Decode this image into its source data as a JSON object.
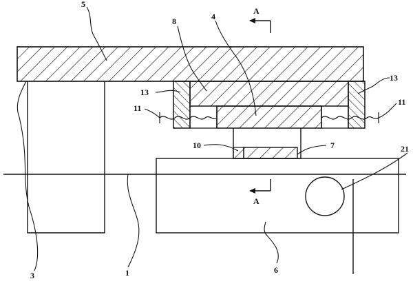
{
  "labels": {
    "section_top": "A",
    "section_bottom": "A",
    "n1": "1",
    "n3": "3",
    "n4": "4",
    "n5": "5",
    "n6": "6",
    "n7": "7",
    "n8": "8",
    "n10": "10",
    "n11_left": "11",
    "n11_right": "11",
    "n13_left": "13",
    "n13_right": "13",
    "n21": "21"
  },
  "colors": {
    "line": "#111111",
    "background": "#ffffff"
  }
}
